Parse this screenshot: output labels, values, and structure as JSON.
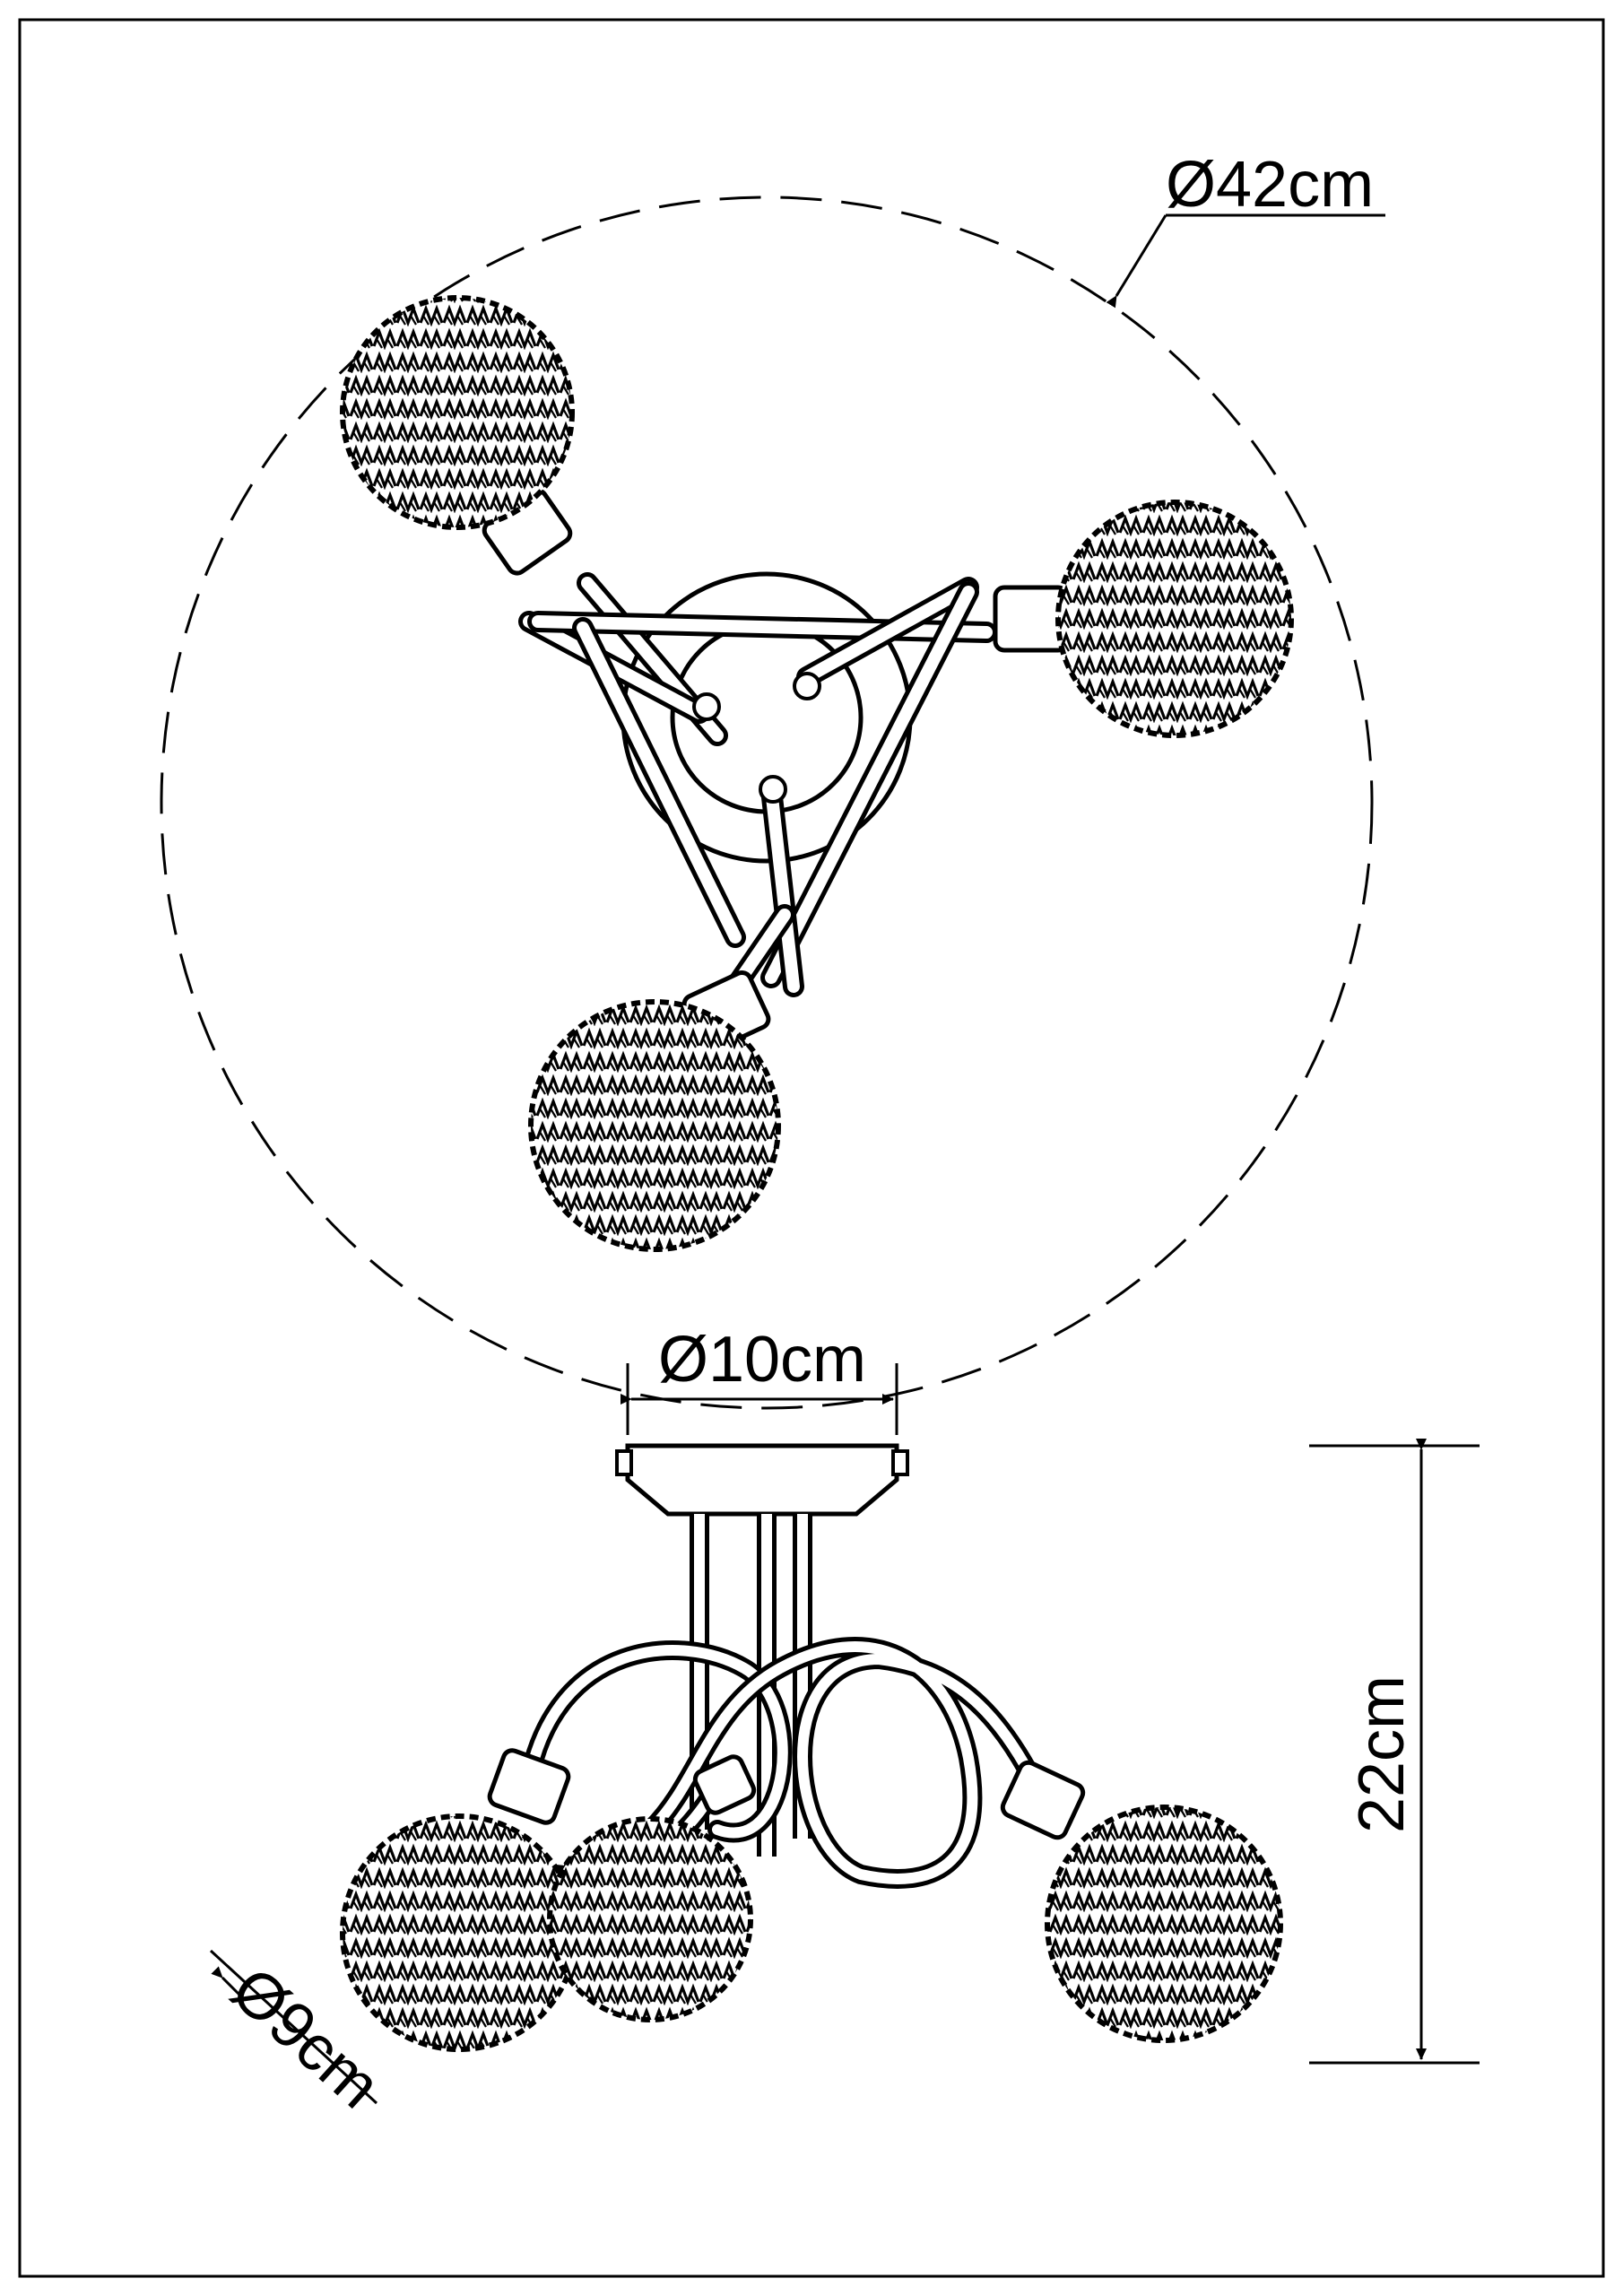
{
  "dimensions": {
    "overall_diameter": "Ø42cm",
    "canopy_diameter": "Ø10cm",
    "height": "22cm",
    "shade_diameter": "Ø9cm"
  },
  "colors": {
    "ink": "#000000",
    "paper": "#ffffff"
  }
}
